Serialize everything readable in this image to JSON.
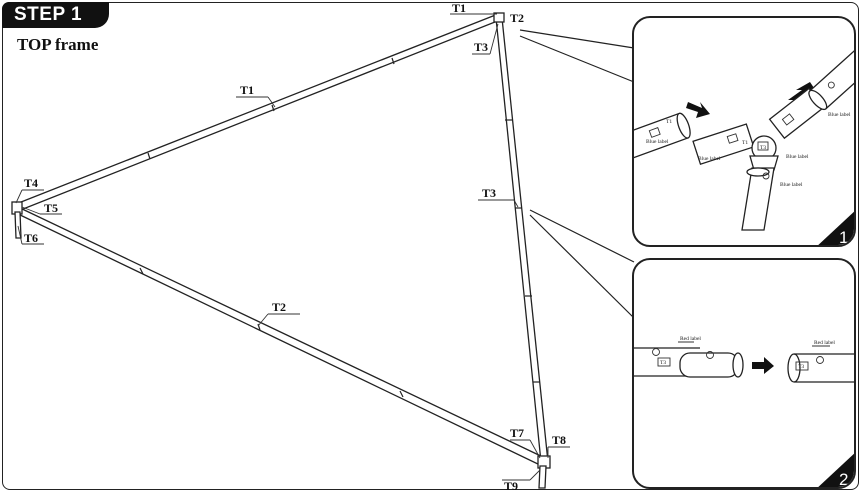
{
  "header": {
    "step_label": "STEP 1",
    "subtitle": "TOP frame"
  },
  "frame_labels": {
    "top_t1": "T1",
    "top_t2": "T2",
    "top_t3": "T3",
    "tube_t1": "T1",
    "left_t4": "T4",
    "left_t5": "T5",
    "left_t6": "T6",
    "tube_t3": "T3",
    "tube_t2": "T2",
    "bottom_t7": "T7",
    "bottom_t8": "T8",
    "bottom_t9": "T9"
  },
  "inset_1": {
    "number": "1",
    "labels": {
      "blue_left": "Blue label",
      "blue_mid": "Blue label",
      "blue_right": "Blue label",
      "blue_bottom": "Blue label",
      "blue_top_right": "Blue label"
    },
    "connector_labels": {
      "t1_left": "T1",
      "t1_right": "T1",
      "t3": "T3"
    }
  },
  "inset_2": {
    "number": "2",
    "labels": {
      "red_left": "Red label",
      "red_right": "Red label"
    },
    "connector_labels": {
      "t3_left": "T3",
      "t3_right": "T3"
    }
  },
  "colors": {
    "ink": "#222222",
    "badge_bg": "#111111",
    "badge_text": "#ffffff"
  }
}
